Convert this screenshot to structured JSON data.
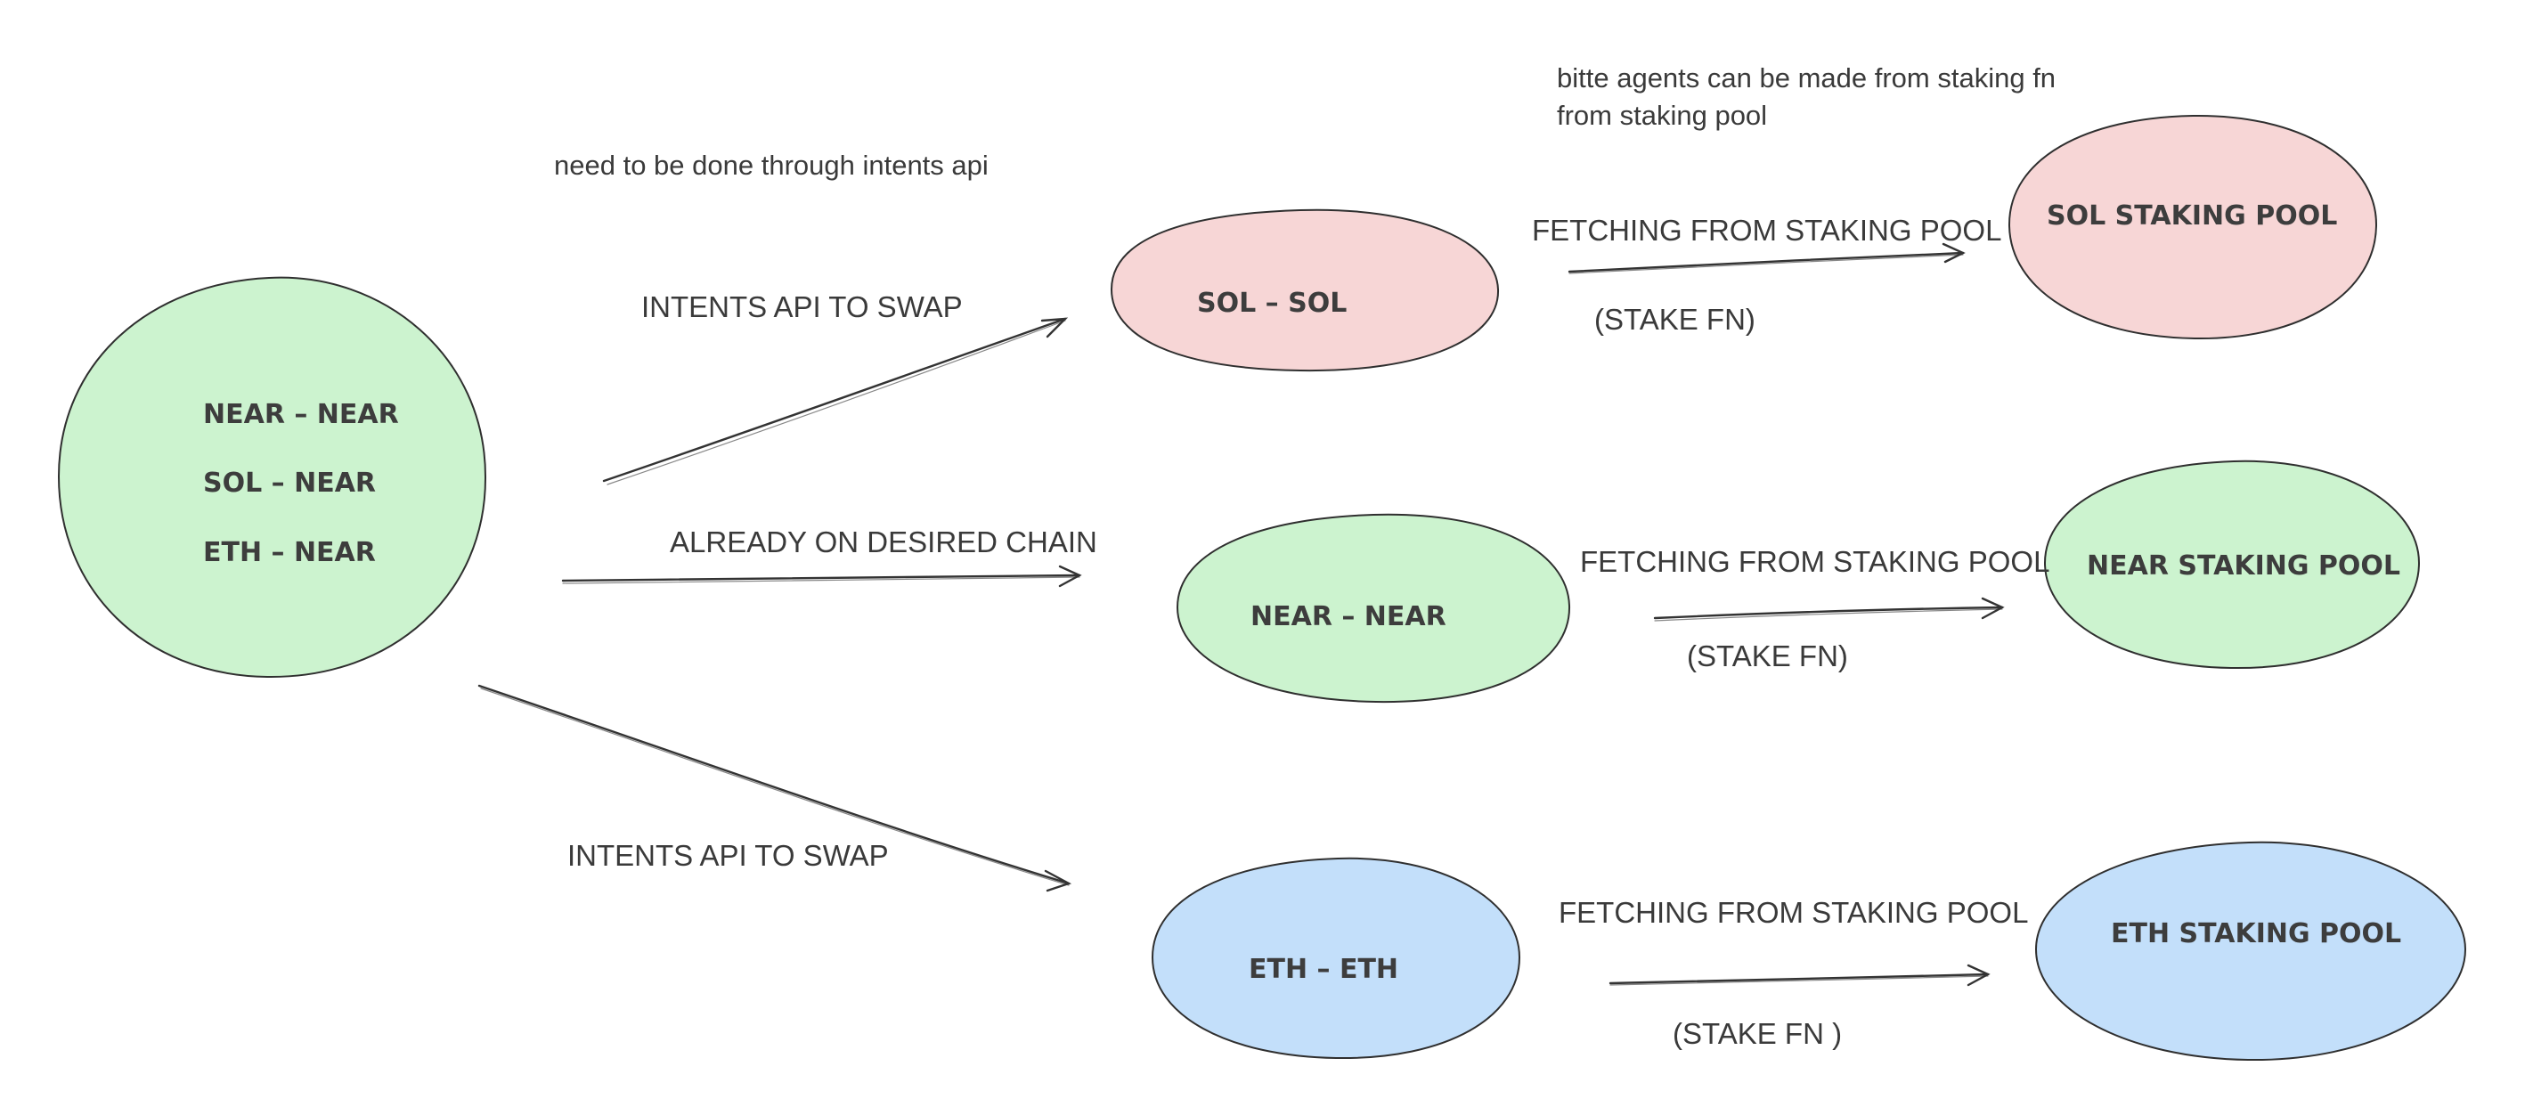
{
  "colors": {
    "green_fill": "#ccf3cf",
    "green_stroke": "#4a7fd6",
    "red_fill": "#f7d6d6",
    "blue_fill": "#c3dffa",
    "ink": "#333333"
  },
  "notes": {
    "intents_note": "need to be done through intents api",
    "bitte_line1": "bitte agents can be made from staking fn",
    "bitte_line2": "from staking pool"
  },
  "source_node": {
    "line1": "NEAR – NEAR",
    "line2": "SOL – NEAR",
    "line3": "ETH – NEAR"
  },
  "chain_nodes": {
    "sol": "SOL – SOL",
    "near": "NEAR – NEAR",
    "eth": "ETH – ETH"
  },
  "pool_nodes": {
    "sol": "SOL STAKING POOL",
    "near": "NEAR STAKING POOL",
    "eth": "ETH  STAKING  POOL"
  },
  "edges": {
    "to_sol": "INTENTS API TO SWAP",
    "to_near": "ALREADY ON DESIRED CHAIN",
    "to_eth": "INTENTS API TO SWAP",
    "sol_fetch": "FETCHING FROM STAKING POOL",
    "sol_stake": "(STAKE FN)",
    "near_fetch": "FETCHING FROM STAKING POOL",
    "near_stake": "(STAKE FN)",
    "eth_fetch": "FETCHING FROM STAKING POOL",
    "eth_stake": "(STAKE FN )"
  }
}
